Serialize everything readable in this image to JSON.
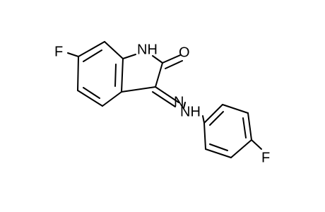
{
  "molecule": {
    "atoms": {
      "fluoro_left": "F",
      "ring_nh": "NH",
      "carbonyl_oxygen": "O",
      "azo_nitrogen": "N",
      "hydrazone_nh": "NH",
      "fluoro_right": "F"
    },
    "colors": {
      "bond": "#000000",
      "label": "#000000",
      "background": "#ffffff"
    }
  }
}
